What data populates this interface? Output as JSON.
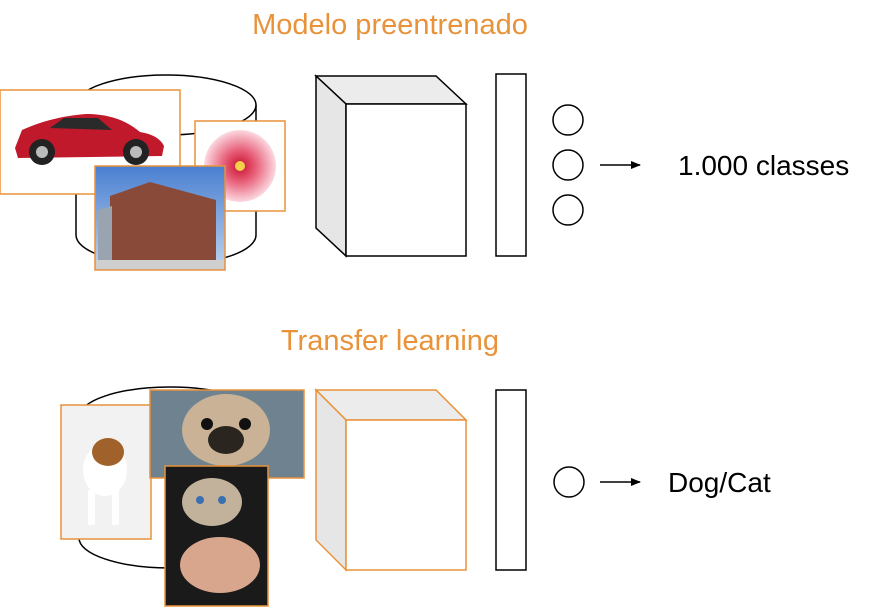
{
  "colors": {
    "accent": "#e8923a",
    "stroke": "#000000",
    "cube_side": "#e6e6e6",
    "cube_top": "#ececec"
  },
  "top_section": {
    "title": "Modelo preentrenado",
    "dataset_images": [
      {
        "icon": "car-photo"
      },
      {
        "icon": "flower-photo"
      },
      {
        "icon": "building-photo"
      }
    ],
    "output_label": "1.000 classes"
  },
  "bottom_section": {
    "title": "Transfer learning",
    "dataset_images": [
      {
        "icon": "beagle-photo"
      },
      {
        "icon": "pug-photo"
      },
      {
        "icon": "cat-photo"
      }
    ],
    "output_label": "Dog/Cat"
  }
}
